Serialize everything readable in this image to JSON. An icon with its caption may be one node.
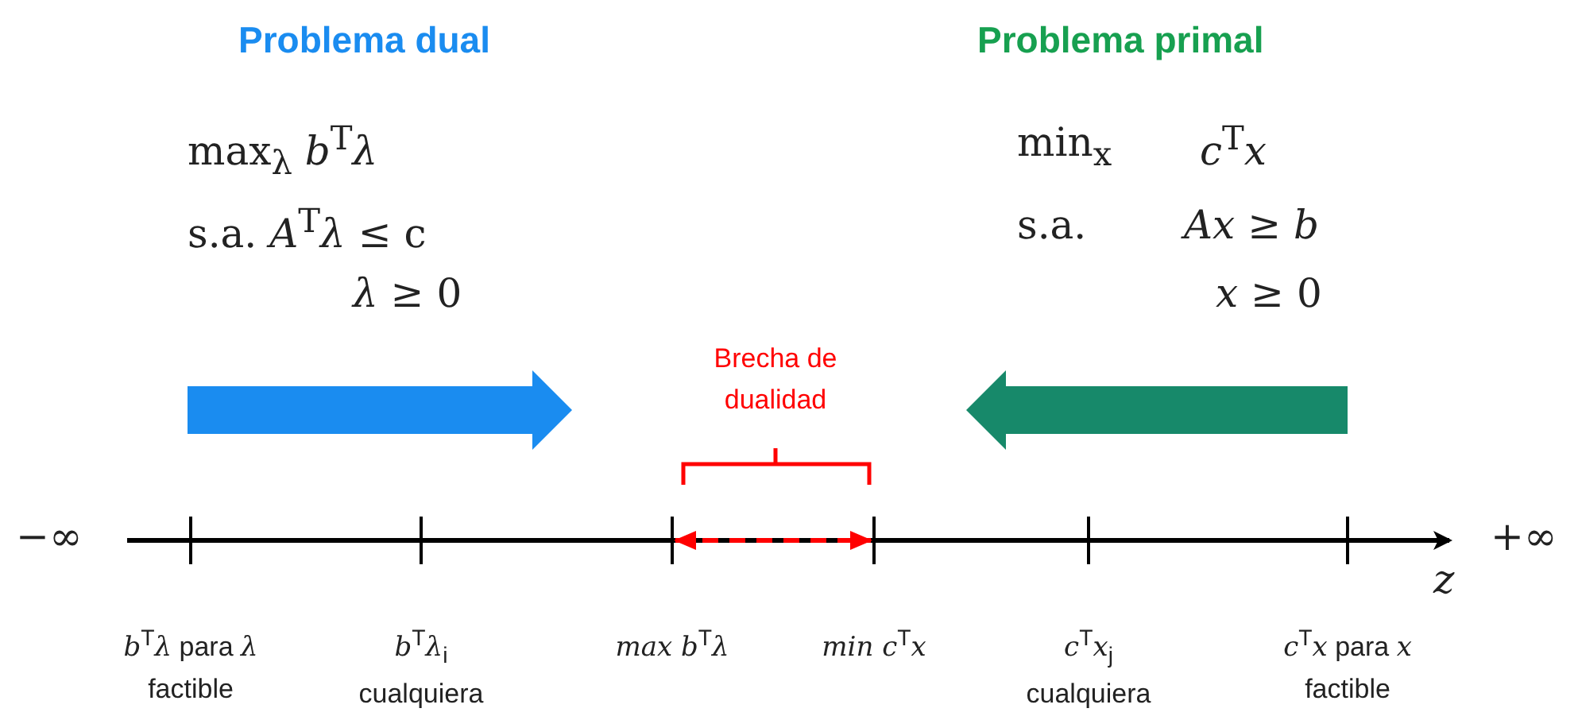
{
  "diagram": {
    "nodes": [
      {
        "text": [],
        "shape": "bar",
        "beside": [
          "*b*$^{T}$*λ* para *λ* factible"
        ]
      },
      {
        "text": [],
        "shape": "bar",
        "beside": [
          "*b*$^{T}$*λ*$_{i}$ cualquiera"
        ]
      },
      {
        "text": [],
        "shape": "bar",
        "beside": [
          "*max b*$^{T}$*λ*"
        ]
      },
      {
        "text": [],
        "shape": "bar",
        "beside": [
          "*min c*$^{T}$*x*"
        ]
      },
      {
        "text": [],
        "shape": "bar",
        "beside": [
          "*c*$^{T}$*x*$_{j}$ cualquiera"
        ]
      },
      {
        "text": [],
        "shape": "bar",
        "beside": [
          "*c*$^{T}$*x* para *x* factible"
        ]
      }
    ],
    "edges": [
      {
        "from": 2,
        "to": 3,
        "arrow": "both",
        "style": "dashed",
        "color": "#ff0000"
      }
    ],
    "labels": [
      "Problema dual",
      "Problema primal",
      "max$_{λ}$ *b*$^{T}$*λ*",
      "min$_{x}$",
      "*c*$^{T}$*x*",
      "s.a. *A*$^{T}$*λ* ≤ c",
      "s.a.",
      "*Ax* ≥ *b*",
      "*λ* ≥ 0",
      "*x* ≥ 0",
      "Brecha de dualidad",
      "−∞",
      "+∞",
      "*z*"
    ]
  }
}
